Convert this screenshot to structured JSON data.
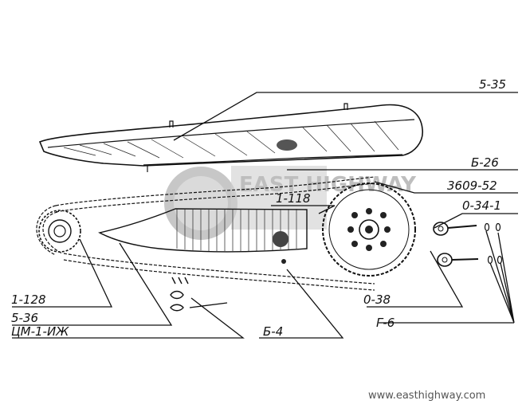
{
  "labels": {
    "guard_top": "5-35",
    "b26": "Б-26",
    "part_3609": "3609-52",
    "part_1118": "1-118",
    "part_0341": "0-34-1",
    "part_1128": "1-128",
    "part_536": "5-36",
    "chain_lock": "ЦМ-1-ИЖ",
    "b4": "Б-4",
    "part_038": "0-38",
    "g6": "Г-6"
  },
  "watermark": {
    "site": "www.easthighway.com",
    "logo_text": "EAST HIGHWAY"
  },
  "colors": {
    "ink": "#111111",
    "paper": "#ffffff",
    "watermark": "#6a6a6a"
  }
}
